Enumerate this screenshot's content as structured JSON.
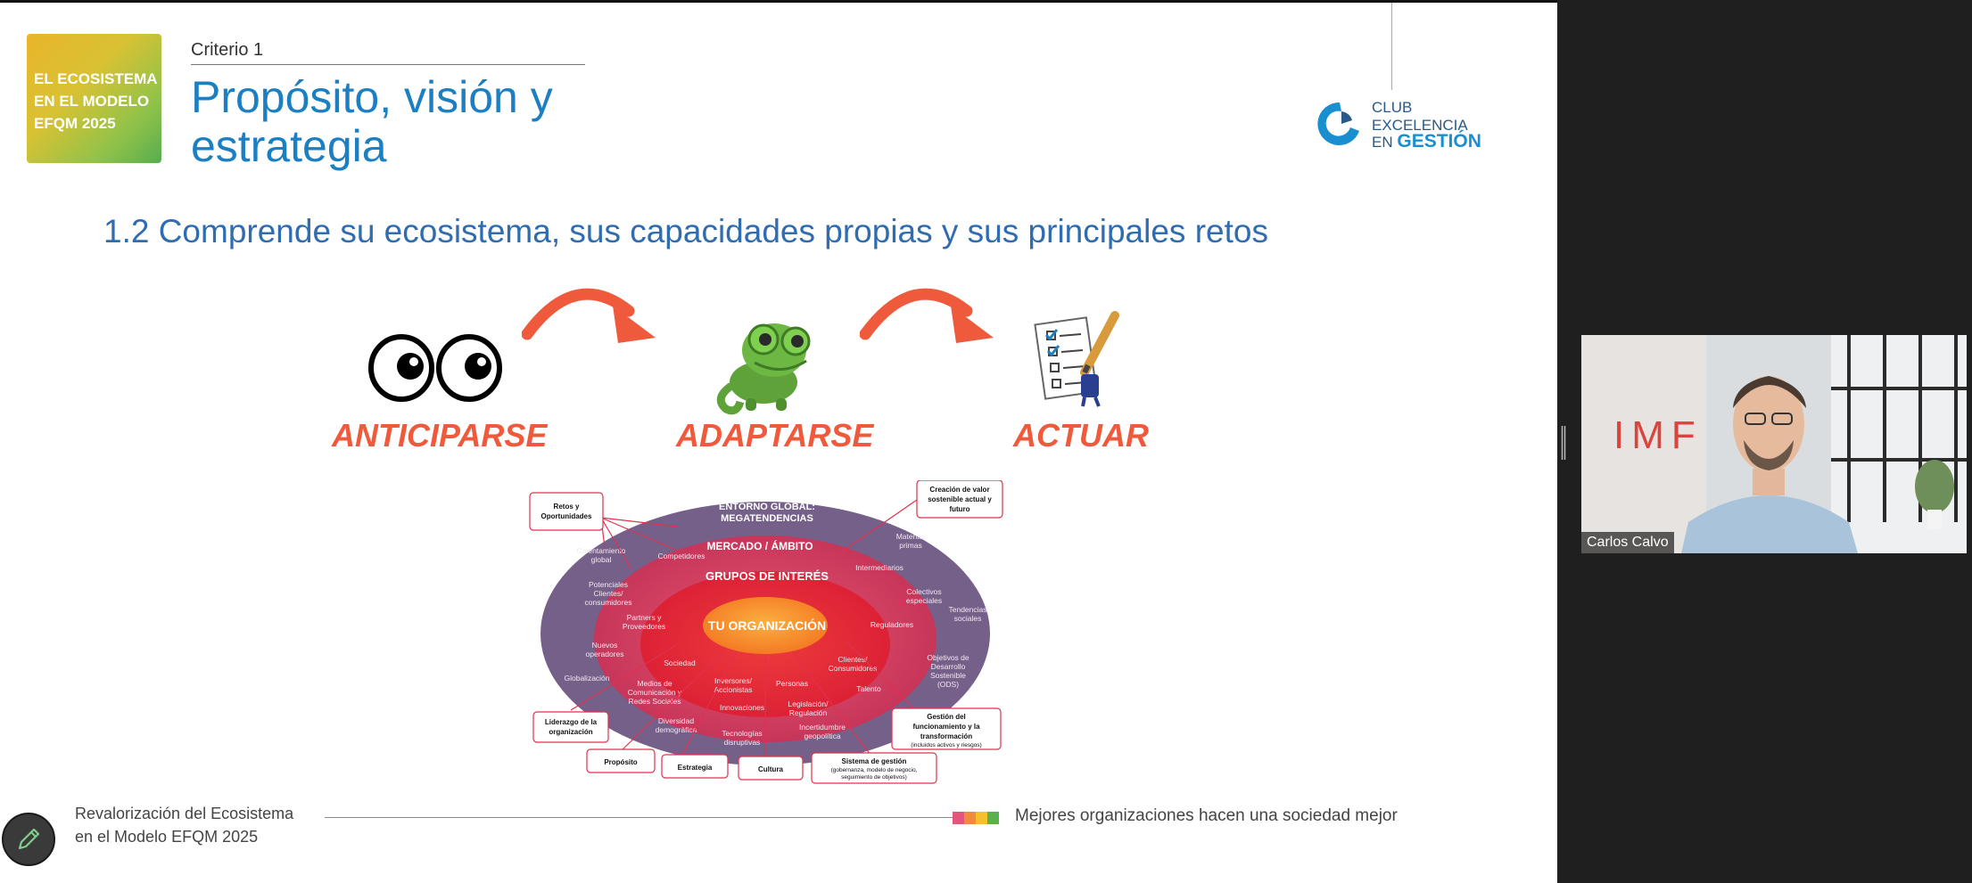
{
  "badge": {
    "lines": [
      "EL ECOSISTEMA",
      "EN EL MODELO",
      "EFQM 2025"
    ]
  },
  "header": {
    "criterio": "Criterio 1",
    "title_line1": "Propósito, visión y",
    "title_line2": "estrategia"
  },
  "logo": {
    "line1": "CLUB",
    "line2": "EXCELENCIA",
    "line3_prefix": "EN",
    "line3_strong": "GESTIÓN"
  },
  "subtitle": "1.2 Comprende su ecosistema, sus capacidades propias y sus principales retos",
  "steps": [
    "ANTICIPARSE",
    "ADAPTARSE",
    "ACTUAR"
  ],
  "ecosystem": {
    "rings": {
      "outer": [
        "ENTORNO GLOBAL:",
        "MEGATENDENCIAS"
      ],
      "market": "MERCADO / ÁMBITO",
      "stakeholders": "GRUPOS DE INTERÉS",
      "core": "TU ORGANIZACIÓN"
    },
    "items": {
      "calentamiento": [
        "Calentamiento",
        "global"
      ],
      "competidores": "Competidores",
      "materias": [
        "Materias",
        "primas"
      ],
      "intermediarios": "Intermediarios",
      "potenciales": [
        "Potenciales",
        "Clientes/",
        "consumidores"
      ],
      "colectivos": [
        "Colectivos",
        "especiales"
      ],
      "tendencias": [
        "Tendencias",
        "sociales"
      ],
      "partners": [
        "Partners y",
        "Proveedores"
      ],
      "reguladores": "Reguladores",
      "nuevos": [
        "Nuevos",
        "operadores"
      ],
      "objetivos": [
        "Objetivos de",
        "Desarrollo",
        "Sostenible",
        "(ODS)"
      ],
      "sociedad": "Sociedad",
      "clientes": [
        "Clientes/",
        "Consumidores"
      ],
      "globalizacion": "Globalización",
      "medios": [
        "Medios de",
        "Comunicación y",
        "Redes Sociales"
      ],
      "inversores": [
        "Inversores/",
        "Accionistas"
      ],
      "personas": "Personas",
      "talento": "Talento",
      "innovaciones": "Innovaciones",
      "legislacion": [
        "Legislación/",
        "Regulación"
      ],
      "diversidad": [
        "Diversidad",
        "demográfica"
      ],
      "tecnologias": [
        "Tecnologías",
        "disruptivas"
      ],
      "incertidumbre": [
        "Incertidumbre",
        "geopolítica"
      ]
    },
    "callouts": {
      "retos": [
        "Retos y",
        "Oportunidades"
      ],
      "creacion": [
        "Creación de valor",
        "sostenible actual y",
        "futuro"
      ],
      "liderazgo": [
        "Liderazgo de la",
        "organización"
      ],
      "gestion": [
        "Gestión del",
        "funcionamiento y la",
        "transformación"
      ],
      "gestion_note": "(incluidos activos y riesgos)",
      "proposito": "Propósito",
      "estrategia": "Estrategia",
      "cultura": "Cultura",
      "sistema": "Sistema de gestión",
      "sistema_note": [
        "(gobernanza, modelo de negocio,",
        "seguimiento de objetivos)"
      ]
    }
  },
  "footer": {
    "left_line1": "Revalorización del Ecosistema",
    "left_line2": "en el Modelo EFQM 2025",
    "right": "Mejores organizaciones hacen una sociedad mejor"
  },
  "colors": {
    "accent": "#ef5a3c",
    "title_blue": "#1c7fc1",
    "subtitle_blue": "#2f6cb0",
    "swatches": [
      "#e3557a",
      "#f08a3c",
      "#f3c12e",
      "#57b14e"
    ]
  },
  "video": {
    "participant_name": "Carlos Calvo",
    "wall_text": "IMF"
  },
  "icons": {
    "pen": "pen-icon",
    "eyes": "eyes-icon",
    "chameleon": "chameleon-icon",
    "checklist": "checklist-icon"
  }
}
